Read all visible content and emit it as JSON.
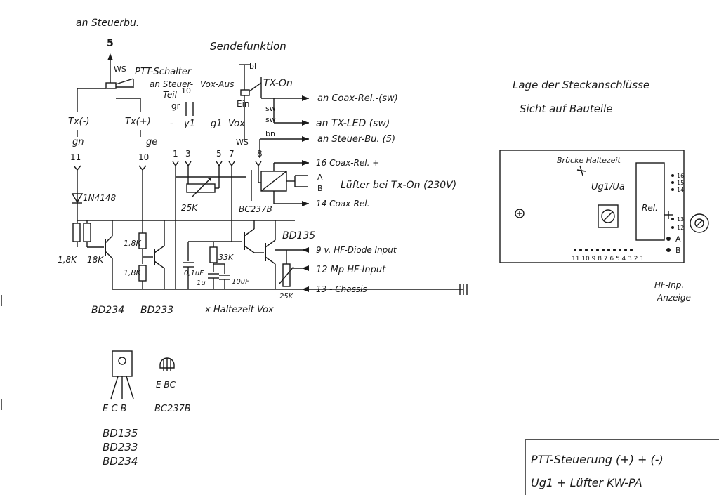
{
  "labels": {
    "an_steuerbu": "an Steuerbu.",
    "pin5_top": "5",
    "ws_top": "WS",
    "ptt_schalter": "PTT-Schalter",
    "an_steuer_teil": "an Steuer-",
    "teil": "Teil",
    "sendefunktion": "Sendefunktion",
    "bl": "bl",
    "tx_on": "TX-On",
    "vox_aus": "Vox-Aus",
    "ein": "Ein",
    "pin10_top": "10",
    "gr": "gr",
    "an_coax_rel_sw": "an Coax-Rel.-(sw)",
    "sw1": "sw",
    "sw2": "sw",
    "an_tx_led": "an TX-LED (sw)",
    "bn": "bn",
    "an_steuer_bu5": "an Steuer-Bu. (5)",
    "tx_minus": "Tx(-)",
    "tx_plus": "Tx(+)",
    "dash": "-",
    "y1": "y1",
    "g1": "g1",
    "vox": "Vox",
    "gn": "gn",
    "ge": "ge",
    "ws_mid": "WS",
    "pin11": "11",
    "pin10": "10",
    "pin1": "1",
    "pin3": "3",
    "pin5": "5",
    "pin7": "7",
    "pin8": "8",
    "coax_rel_plus": "16 Coax-Rel. +",
    "a": "A",
    "b": "B",
    "luefter": "Lüfter bei Tx-On (230V)",
    "coax_rel_minus": "14 Coax-Rel. -",
    "diode": "1N4148",
    "r25k": "25K",
    "bc237b": "BC237B",
    "bd135": "BD135",
    "r18k_a": "1,8K",
    "r18k_b": "1,8K",
    "r18k_c": "1,8K",
    "r18k_d": "18K",
    "r33k": "33K",
    "c01": "0,1uF",
    "c1u": "1u",
    "c10u": "10uF",
    "hf_diode_input": "9 v. HF-Diode Input",
    "mp_hf_input": "12 Mp HF-Input",
    "chassis": "13 - Chassis",
    "r25k_b": "25K",
    "bd234": "BD234",
    "bd233": "BD233",
    "haltezeit_vox": "x Haltezeit Vox",
    "pinout_ecb": "E C B",
    "pinout_ebc": "E BC",
    "bc237b_bottom": "BC237B",
    "list_bd135": "BD135",
    "list_bd233": "BD233",
    "list_bd234": "BD234"
  },
  "board": {
    "title_line1": "Lage der Steckanschlüsse",
    "title_line2": "Sicht auf Bauteile",
    "bruecke": "Brücke Haltezeit",
    "ug1": "Ug1/Ua",
    "rel": "Rel.",
    "pins_right": [
      "16",
      "15",
      "14",
      "13",
      "12",
      "A",
      "B"
    ],
    "pins_bottom": "11 10 9 8 7 6 5 4 3 2 1",
    "hf_anzeige_line1": "HF-Inp.",
    "hf_anzeige_line2": "Anzeige"
  },
  "title_block": {
    "line1": "PTT-Steuerung (+) + (-)",
    "line2": "Ug1 + Lüfter   KW-PA"
  }
}
